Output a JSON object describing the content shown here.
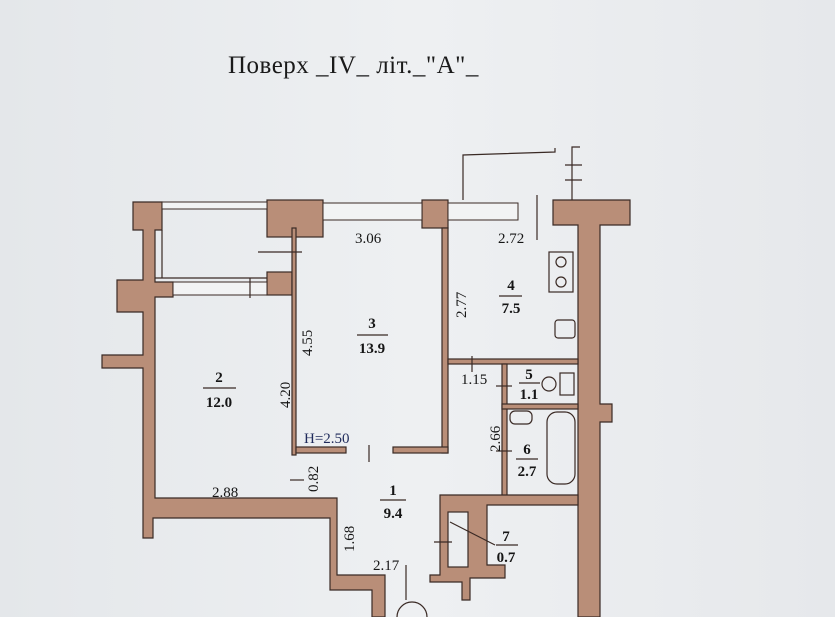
{
  "title": "Поверх _IV_ літ._\"А\"_",
  "colors": {
    "wall": "#b98e78",
    "paper": "#eceef0"
  },
  "height_label": "H=2.50",
  "rooms": [
    {
      "number": "1",
      "area": "9.4"
    },
    {
      "number": "2",
      "area": "12.0"
    },
    {
      "number": "3",
      "area": "13.9"
    },
    {
      "number": "4",
      "area": "7.5"
    },
    {
      "number": "5",
      "area": "1.1"
    },
    {
      "number": "6",
      "area": "2.7"
    },
    {
      "number": "7",
      "area": "0.7"
    }
  ],
  "dimensions": {
    "room3_width": "3.06",
    "room3_length": "4.55",
    "room4_width": "2.72",
    "room4_length": "2.77",
    "room2_length": "4.20",
    "room2_width": "2.88",
    "room5_width": "1.15",
    "room6_length": "2.66",
    "hall_a": "0.82",
    "hall_b": "1.68",
    "hall_width": "2.17"
  }
}
